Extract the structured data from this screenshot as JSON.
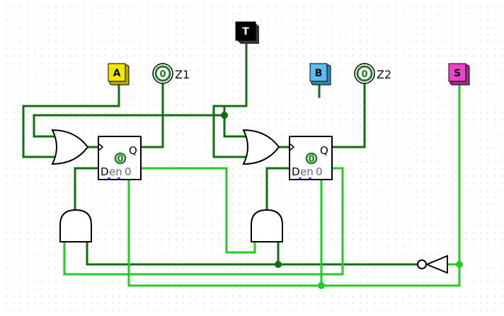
{
  "circuit": {
    "inputs": {
      "A": {
        "label": "A",
        "color": "#f5e800",
        "value": 0
      },
      "B": {
        "label": "B",
        "color": "#5bbcf0",
        "value": 0
      },
      "T": {
        "label": "T",
        "color": "#000000",
        "value": 0
      },
      "S": {
        "label": "S",
        "color": "#ee44cc",
        "value": 1
      }
    },
    "outputs": {
      "Z1": {
        "label": "Z1",
        "value": "0"
      },
      "Z2": {
        "label": "Z2",
        "value": "0"
      }
    },
    "flipflops": [
      {
        "d_label": "D",
        "en_label": "en",
        "q_label": "Q",
        "state": "0",
        "bit": "0"
      },
      {
        "d_label": "D",
        "en_label": "en",
        "q_label": "Q",
        "state": "0",
        "bit": "0"
      }
    ],
    "colors": {
      "wire_low": "#0f6e0f",
      "wire_high": "#22cc22",
      "gate_stroke": "#000000",
      "grid_dot": "#9a9a9a"
    }
  }
}
